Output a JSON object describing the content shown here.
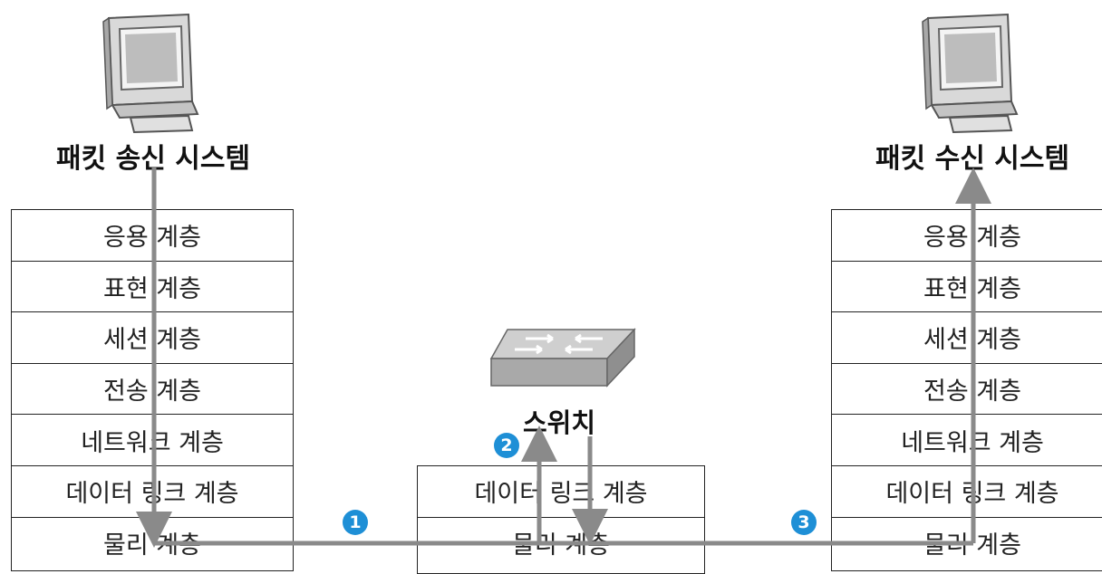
{
  "sender": {
    "label": "패킷 송신 시스템",
    "layers": [
      "응용 계층",
      "표현 계층",
      "세션 계층",
      "전송 계층",
      "네트워크 계층",
      "데이터 링크 계층",
      "물리 계층"
    ]
  },
  "receiver": {
    "label": "패킷 수신 시스템",
    "layers": [
      "응용 계층",
      "표현 계층",
      "세션 계층",
      "전송 계층",
      "네트워크 계층",
      "데이터 링크 계층",
      "물리 계층"
    ]
  },
  "switch": {
    "label": "스위치",
    "layers": [
      "데이터 링크 계층",
      "물리 계층"
    ]
  },
  "steps": [
    "1",
    "2",
    "3"
  ],
  "colors": {
    "arrow": "#8a8a8a",
    "badge": "#1e8fd6"
  }
}
